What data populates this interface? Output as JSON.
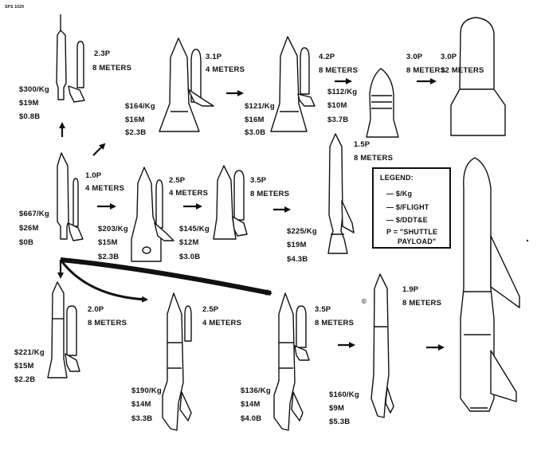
{
  "corner_code": "SPS 1029",
  "configs": [
    {
      "id": "c1",
      "payload": "2.3P",
      "size": "8 METERS",
      "cost_kg": "$300/Kg",
      "cost_flight": "$19M",
      "ddte": "$0.8B"
    },
    {
      "id": "c2",
      "payload": "3.1P",
      "size": "4 METERS",
      "cost_kg": "$164/Kg",
      "cost_flight": "$16M",
      "ddte": "$2.3B"
    },
    {
      "id": "c3",
      "payload": "4.2P",
      "size": "8 METERS",
      "cost_kg": "$121/Kg",
      "cost_flight": "$16M",
      "ddte": "$3.0B"
    },
    {
      "id": "c4",
      "payload": "3.0P",
      "size": "8 METERS",
      "cost_kg": "$112/Kg",
      "cost_flight": "$10M",
      "ddte": "$3.7B"
    },
    {
      "id": "c5",
      "payload": "3.0P",
      "size": "12 METERS"
    },
    {
      "id": "c6",
      "payload": "1.0P",
      "size": "4 METERS",
      "cost_kg": "$667/Kg",
      "cost_flight": "$26M",
      "ddte": "$0B"
    },
    {
      "id": "c7",
      "payload": "2.5P",
      "size": "4 METERS",
      "cost_kg": "$203/Kg",
      "cost_flight": "$15M",
      "ddte": "$2.3B"
    },
    {
      "id": "c8",
      "payload": "3.5P",
      "size": "8 METERS",
      "cost_kg": "$145/Kg",
      "cost_flight": "$12M",
      "ddte": "$3.0B"
    },
    {
      "id": "c9",
      "payload": "1.5P",
      "size": "8 METERS",
      "cost_kg": "$225/Kg",
      "cost_flight": "$19M",
      "ddte": "$4.3B"
    },
    {
      "id": "c10",
      "payload": "2.0P",
      "size": "8 METERS",
      "cost_kg": "$221/Kg",
      "cost_flight": "$15M",
      "ddte": "$2.2B"
    },
    {
      "id": "c11",
      "payload": "2.5P",
      "size": "4 METERS",
      "cost_kg": "$190/Kg",
      "cost_flight": "$14M",
      "ddte": "$3.3B"
    },
    {
      "id": "c12",
      "payload": "3.5P",
      "size": "8 METERS",
      "cost_kg": "$136/Kg",
      "cost_flight": "$14M",
      "ddte": "$4.0B"
    },
    {
      "id": "c13",
      "payload": "1.9P",
      "size": "8 METERS",
      "cost_kg": "$160/Kg",
      "cost_flight": "$9M",
      "ddte": "$5.3B"
    }
  ],
  "legend": {
    "title": "LEGEND:",
    "items": [
      "$/Kg",
      "$/FLIGHT",
      "$/DDT&E"
    ],
    "p_line1": "P = \"SHUTTLE",
    "p_line2": "PAYLOAD\""
  },
  "copyright_mark": "©"
}
